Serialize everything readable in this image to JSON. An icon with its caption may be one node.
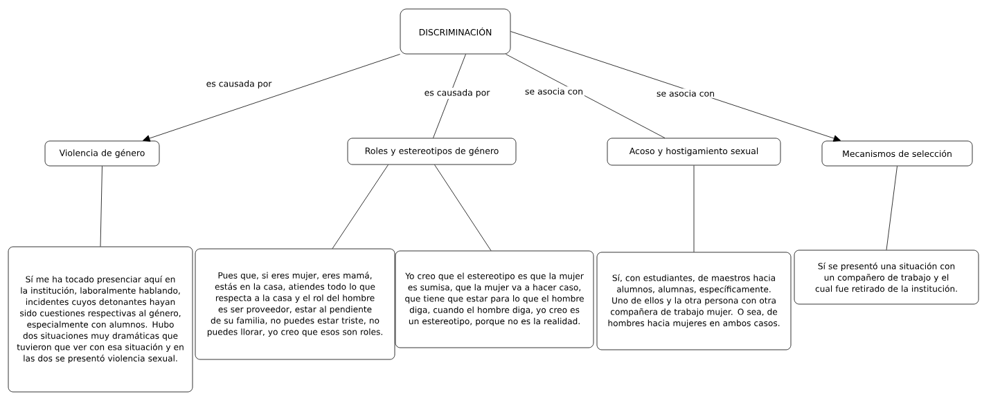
{
  "diagram": {
    "nodes": [
      {
        "text": [
          "DISCRIMINACIÓN"
        ]
      },
      {
        "text": [
          "Violencia de género"
        ]
      },
      {
        "text": [
          "Roles y estereotipos de género"
        ]
      },
      {
        "text": [
          "Acoso y hostigamiento sexual"
        ]
      },
      {
        "text": [
          "Mecanismos de selección"
        ]
      },
      {
        "text": [
          "Sí me ha tocado presenciar aquí en la institución, laboralmente hablando, incidentes cuyos detonantes hayan sido cuestiones respectivas al género, especialmente con alumnos. Hubo dos situaciones muy dramáticas que tuvieron que ver con esa situación y en las dos se presentó violencia sexual."
        ]
      },
      {
        "text": [
          "Pues que, si eres mujer, eres mamá, estás en la casa, atiendes todo lo que respecta a la casa y el rol del hombre es ser proveedor, estar al pendiente de su familia, no puedes estar triste, no puedes llorar, yo creo que esos son roles."
        ]
      },
      {
        "text": [
          "Yo creo que el estereotipo es que la mujer es sumisa, que la mujer va a hacer caso, que tiene que estar para lo que el hombre diga, cuando el hombre diga, yo creo es un estereotipo, porque no es la realidad."
        ]
      },
      {
        "text": [
          "Sí, con estudiantes, de maestros hacia alumnos, alumnas, específicamente. Uno de ellos y la otra persona con otra compañera de trabajo mujer. O sea, de hombres hacia mujeres en ambos casos."
        ]
      },
      {
        "text": [
          "Sí se presentó una situación con un compañero de trabajo y el cual fue retirado de la institución."
        ]
      }
    ],
    "edges": [
      {
        "from": 0,
        "to": 1,
        "arrow": "to",
        "label": "es causada por"
      },
      {
        "from": 0,
        "to": 2,
        "arrow": "none",
        "label": "es causada por"
      },
      {
        "from": 0,
        "to": 3,
        "arrow": "none",
        "label": "se asocia con"
      },
      {
        "from": 0,
        "to": 4,
        "arrow": "to",
        "label": "se asocia con"
      },
      {
        "from": 1,
        "to": 5,
        "arrow": "none"
      },
      {
        "from": 2,
        "to": 6,
        "arrow": "none"
      },
      {
        "from": 2,
        "to": 7,
        "arrow": "none"
      },
      {
        "from": 3,
        "to": 8,
        "arrow": "none"
      },
      {
        "from": 4,
        "to": 9,
        "arrow": "none"
      }
    ]
  }
}
